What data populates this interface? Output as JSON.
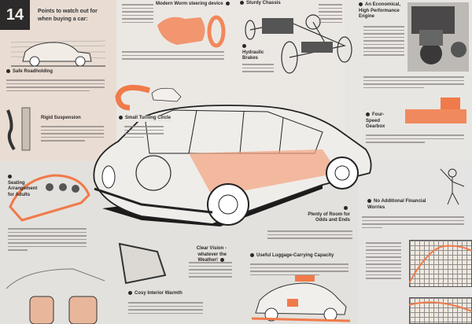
{
  "page_number": "14",
  "title": "Points to watch out for when buying a car:",
  "sections": {
    "roadholding": "Safe Roadholding",
    "suspension": "Rigid Suspension",
    "steering": "Modern Worm steering device",
    "turning": "Small Turning Circle",
    "chassis": "Sturdy Chassis",
    "brakes": "Hydraulic Brakes",
    "engine": "An Economical, High Performance Engine",
    "gearbox": "Four-Speed Gearbox",
    "seating": "Seating Arrangement for Adults",
    "vision": "Clear Vision - whatever the Weather!",
    "room": "Plenty of Room for Odds and Ends",
    "luggage": "Useful Luggage-Carrying Capacity",
    "warmth": "Cosy Interior Warmth",
    "financial": "No Additional Financial Worries"
  },
  "colors": {
    "accent": "#f07a4a",
    "ink": "#2c2a2a"
  }
}
